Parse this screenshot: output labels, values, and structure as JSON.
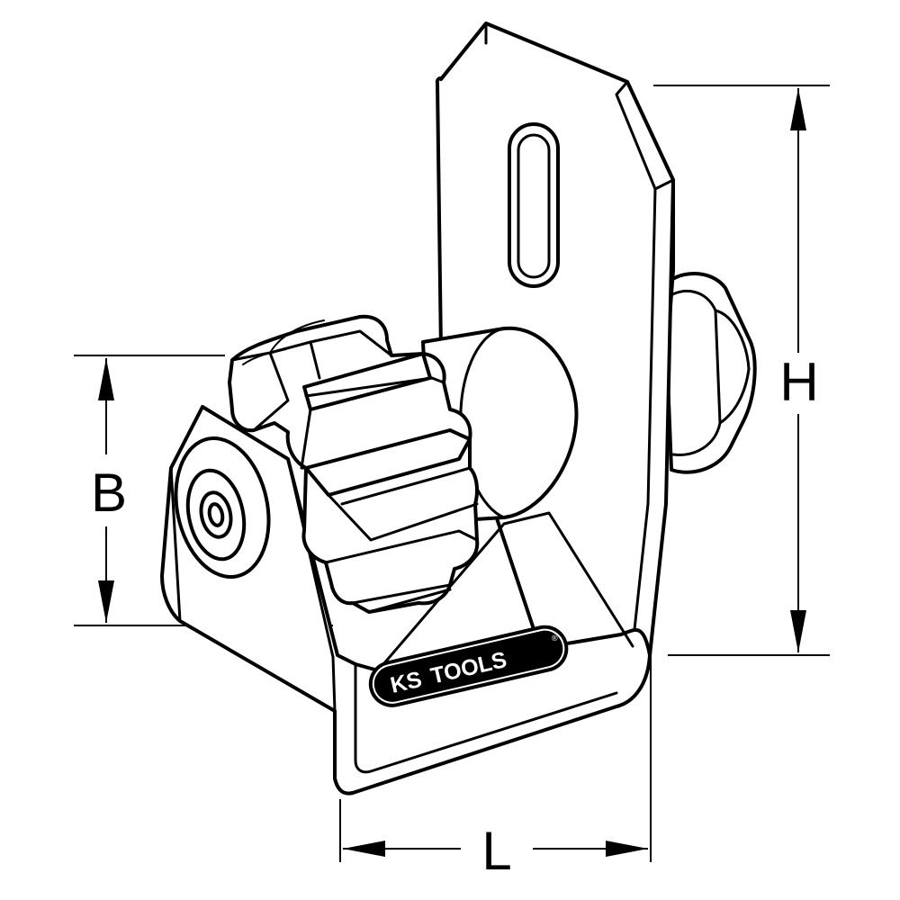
{
  "figure": {
    "dimensions": {
      "height_label": "H",
      "width_label": "B",
      "length_label": "L"
    },
    "brand": {
      "logo_part_1": "KS",
      "logo_part_2": "TOOLS",
      "registered_mark": "®"
    },
    "colors": {
      "line": "#000000",
      "fill": "#ffffff",
      "logo_background": "#000000",
      "logo_text": "#ffffff"
    }
  }
}
